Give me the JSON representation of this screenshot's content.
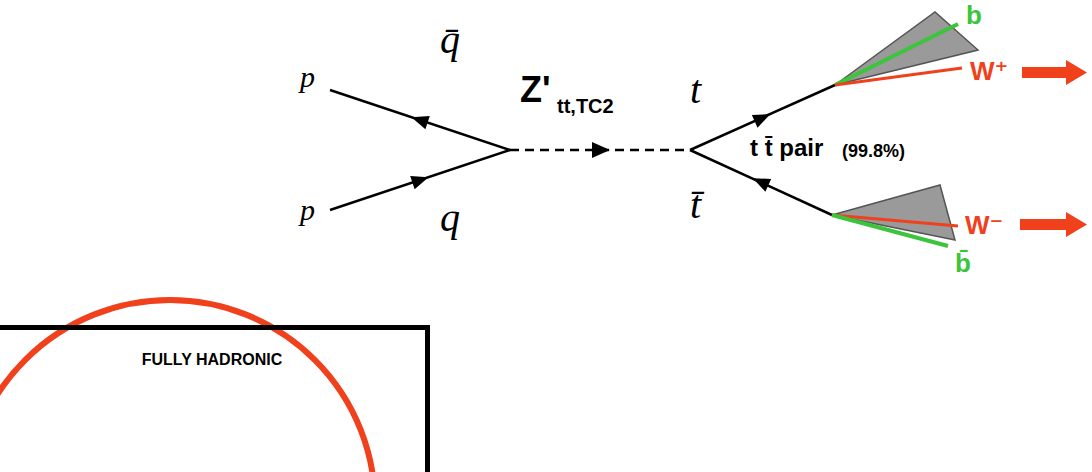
{
  "diagram": {
    "nodes": [
      {
        "text": [
          "FULLY HADRONIC"
        ]
      }
    ],
    "labels": [
      "p",
      "q̄",
      "p",
      "q",
      "Z'",
      "tt,TC2",
      "t",
      "t̄",
      "t t̄ pair",
      "(99.8%)",
      "b",
      "W⁺",
      "W⁻",
      "b̄"
    ]
  }
}
